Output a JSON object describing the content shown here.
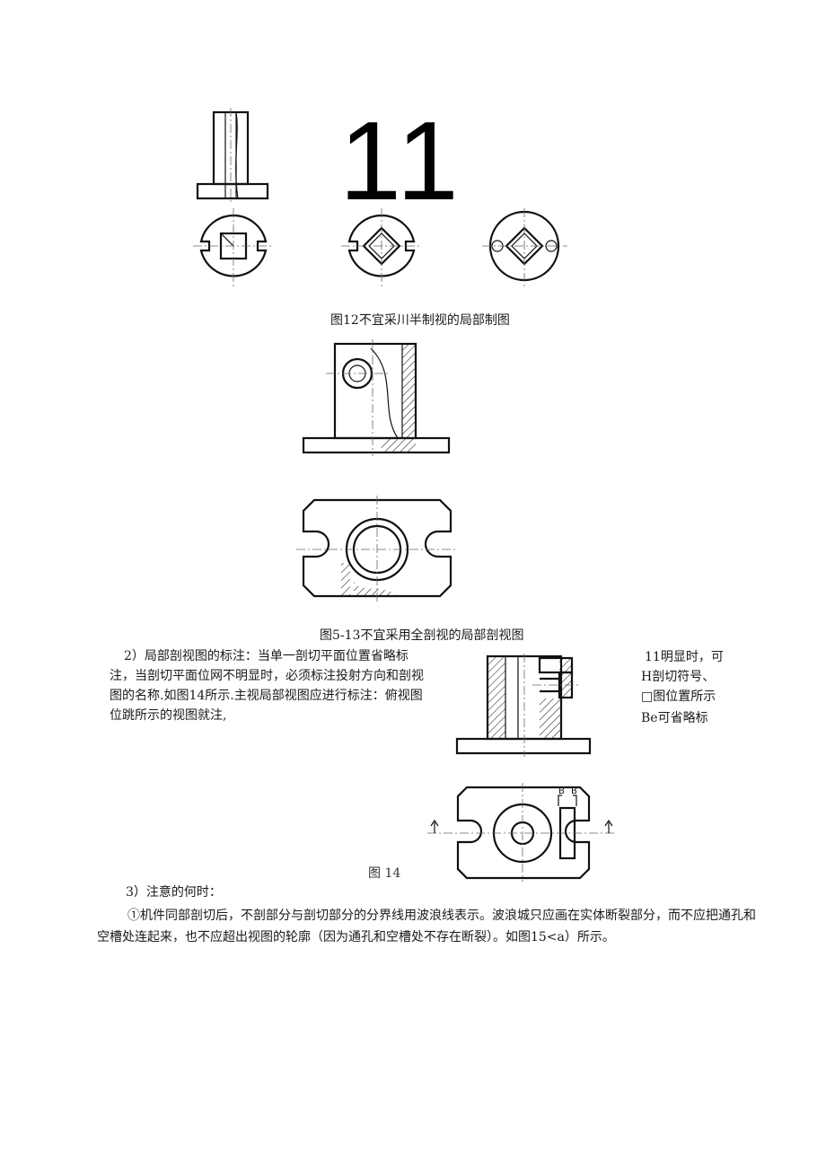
{
  "figure_12": {
    "big_number": "11",
    "caption": "图12不宜采川半制视的局部制图"
  },
  "figure_5_13": {
    "caption": "图5-13不宜采用全剖视的局部剖视图"
  },
  "figure_14": {
    "label": "图 14",
    "section_marks": [
      "B",
      "B"
    ]
  },
  "section_2": {
    "paragraph": "2）局部剖视图的标注：当单一剖切平面位置省略标注，当剖切平面位网不明显时，必须标注投射方向和剖视图的名称.如图14所示.主视局部视图应进行标注：俯视图位跳所示的视图就注,",
    "side_lines": [
      "11明显时，可",
      "H剖切符号、",
      "□图位置所示",
      "Be可省略标"
    ]
  },
  "section_3": {
    "heading": "3）注意的何时：",
    "paragraph": "①机件同部剖切后，不剖部分与剖切部分的分界线用波浪线表示。波浪城只应画在实体断裂部分，而不应把通孔和空槽处连起来，也不应超出视图的轮廓（因为通孔和空槽处不存在断裂）。如图15<a）所示。"
  }
}
